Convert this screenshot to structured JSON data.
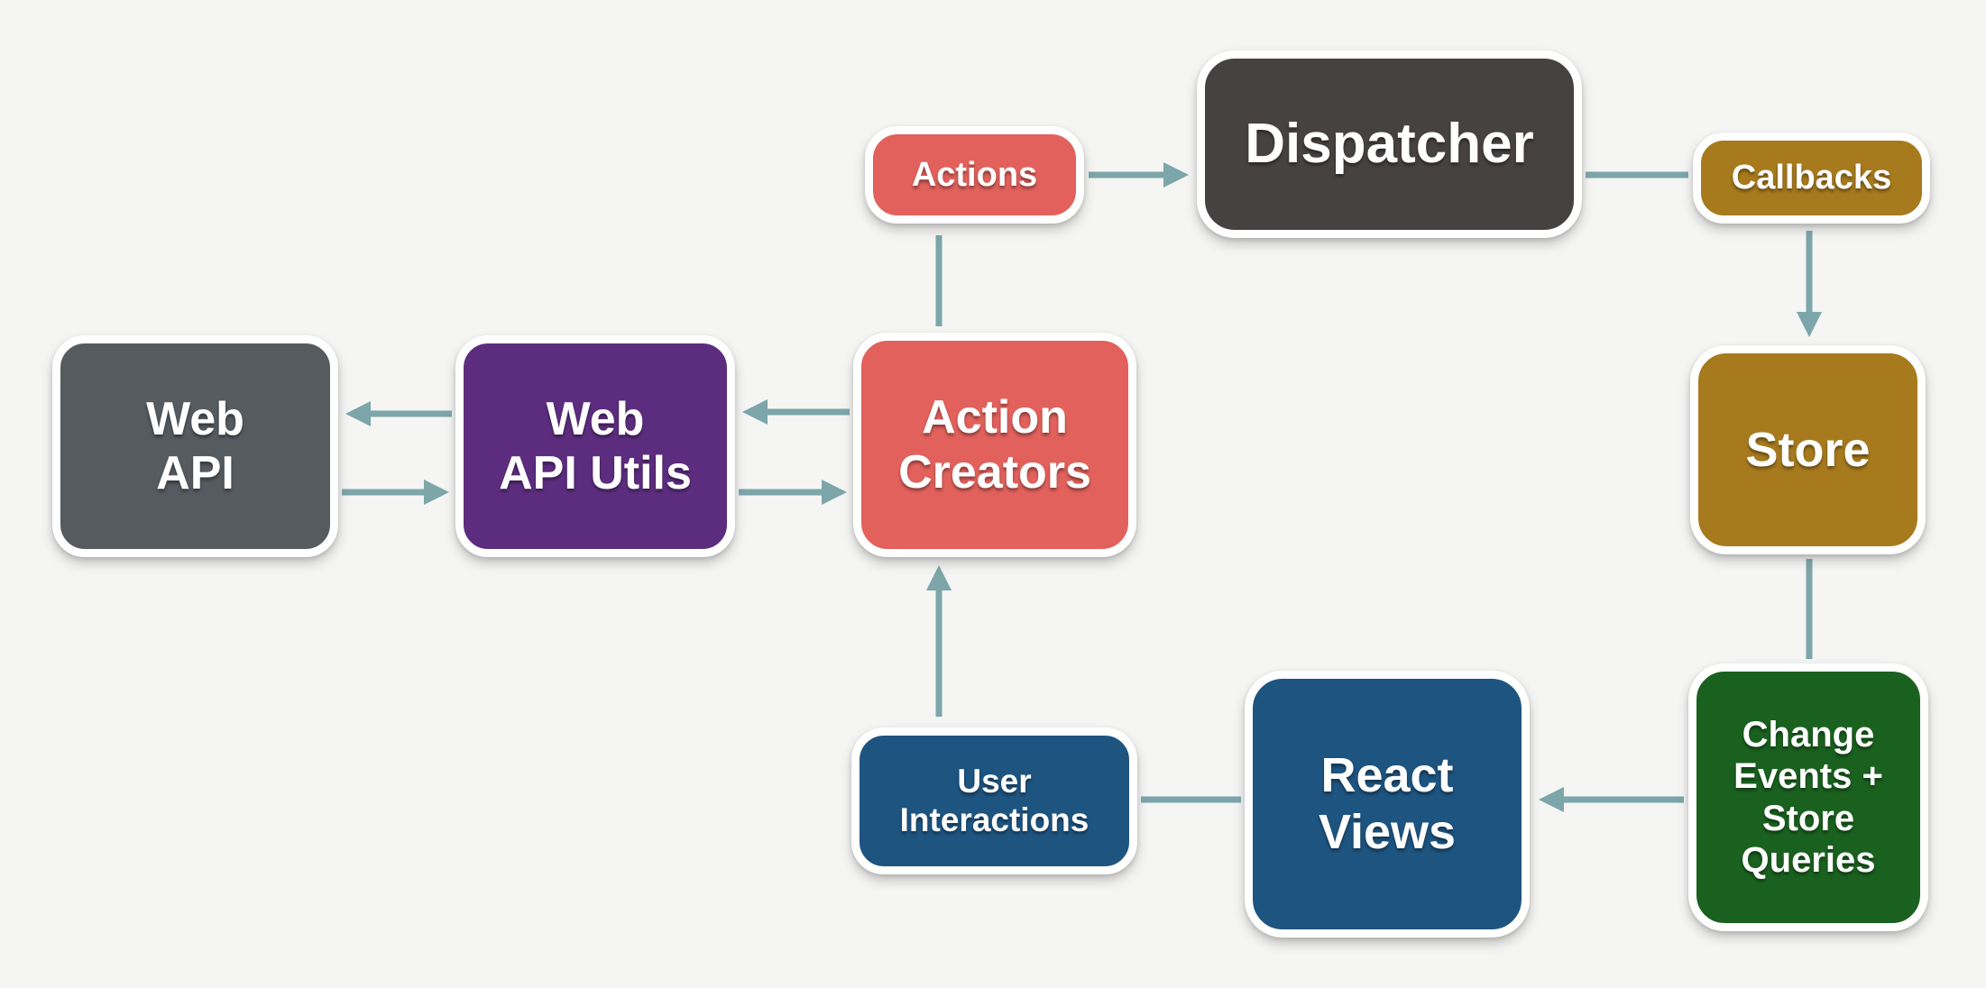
{
  "diagram": {
    "background": "#f5f5f4",
    "arrow_color": "#7ca6a9",
    "nodes": {
      "actions": {
        "label": "Actions",
        "color": "#e2615c"
      },
      "dispatcher": {
        "label": "Dispatcher",
        "color": "#464241"
      },
      "callbacks": {
        "label": "Callbacks",
        "color": "#a77a1e"
      },
      "store": {
        "label": "Store",
        "color": "#a77a1e"
      },
      "change_events": {
        "label": "Change\nEvents +\nStore\nQueries",
        "color": "#1a611f"
      },
      "react_views": {
        "label": "React\nViews",
        "color": "#1e5480"
      },
      "user_interactions": {
        "label": "User\nInteractions",
        "color": "#1e5480"
      },
      "action_creators": {
        "label": "Action\nCreators",
        "color": "#e2615c"
      },
      "web_api_utils": {
        "label": "Web\nAPI Utils",
        "color": "#5c2d7e"
      },
      "web_api": {
        "label": "Web\nAPI",
        "color": "#565b60"
      }
    }
  }
}
